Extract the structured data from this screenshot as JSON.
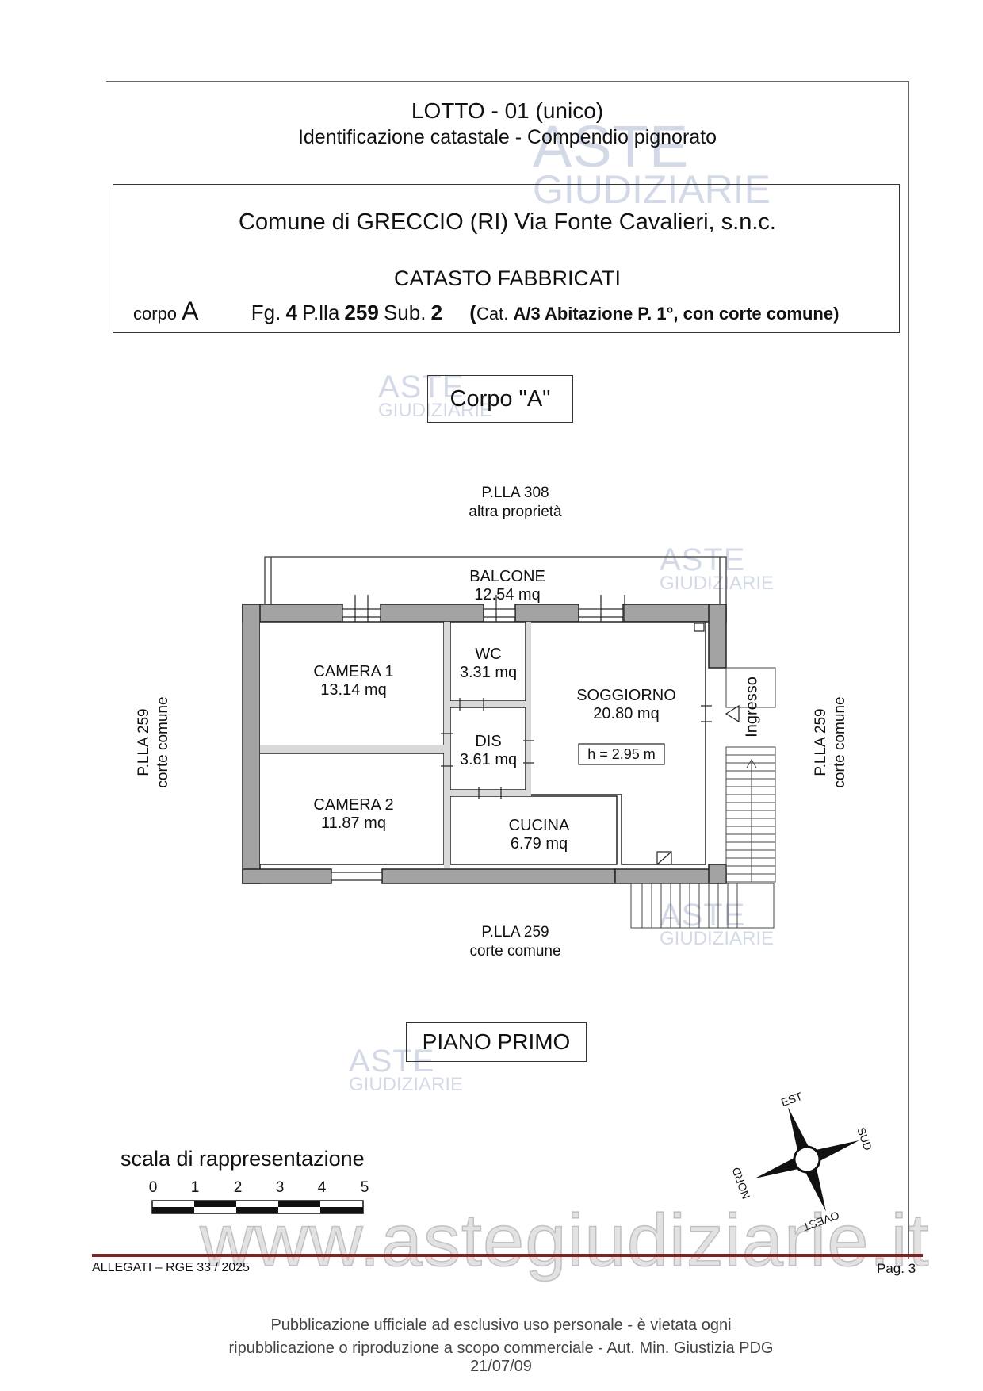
{
  "header": {
    "lotto_title": "LOTTO - 01 (unico)",
    "subtitle": "Identificazione catastale - Compendio pignorato"
  },
  "identification": {
    "comune": "Comune di GRECCIO (RI) Via Fonte Cavalieri, s.n.c.",
    "catasto": "CATASTO FABBRICATI",
    "corpo_prefix": "corpo",
    "corpo_letter": "A",
    "fg_label": "Fg.",
    "fg_value": "4",
    "plla_label": "P.lla",
    "plla_value": "259",
    "sub_label": "Sub.",
    "sub_value": "2",
    "paren_open": "(",
    "cat_label": "Cat.",
    "cat_detail": "A/3 Abitazione P. 1°, con corte comune)"
  },
  "corpo_box": "Corpo \"A\"",
  "plan": {
    "north_neighbor": {
      "parcel": "P.LLA  308",
      "note": "altra proprietà"
    },
    "south_neighbor": {
      "parcel": "P.LLA  259",
      "note": "corte comune"
    },
    "west_neighbor": {
      "parcel": "P.LLA  259",
      "note": "corte comune"
    },
    "east_neighbor": {
      "parcel": "P.LLA  259",
      "note": "corte comune"
    },
    "rooms": [
      {
        "name": "BALCONE",
        "area": "12.54 mq"
      },
      {
        "name": "CAMERA 1",
        "area": "13.14 mq"
      },
      {
        "name": "WC",
        "area": "3.31 mq"
      },
      {
        "name": "SOGGIORNO",
        "area": "20.80 mq"
      },
      {
        "name": "DIS",
        "area": "3.61 mq"
      },
      {
        "name": "CAMERA 2",
        "area": "11.87 mq"
      },
      {
        "name": "CUCINA",
        "area": "6.79 mq"
      }
    ],
    "height": "h = 2.95 m",
    "entrance": "Ingresso"
  },
  "floor_label": "PIANO PRIMO",
  "scale": {
    "title": "scala di rappresentazione",
    "ticks": [
      "0",
      "1",
      "2",
      "3",
      "4",
      "5"
    ]
  },
  "compass": {
    "north": "NORD",
    "east": "EST",
    "south": "SUD",
    "west": "OVEST"
  },
  "watermark": {
    "brand_top": "ASTE",
    "brand_bottom": "GIUDIZIARIE",
    "site": "www.astegiudiziarie.it"
  },
  "footer": {
    "left": "ALLEGATI – RGE  33 / 2025",
    "right": "Pag. 3",
    "notice_line1": "Pubblicazione ufficiale ad esclusivo uso personale - è vietata ogni",
    "notice_line2": "ripubblicazione o riproduzione a scopo commerciale - Aut. Min. Giustizia PDG 21/07/09"
  }
}
